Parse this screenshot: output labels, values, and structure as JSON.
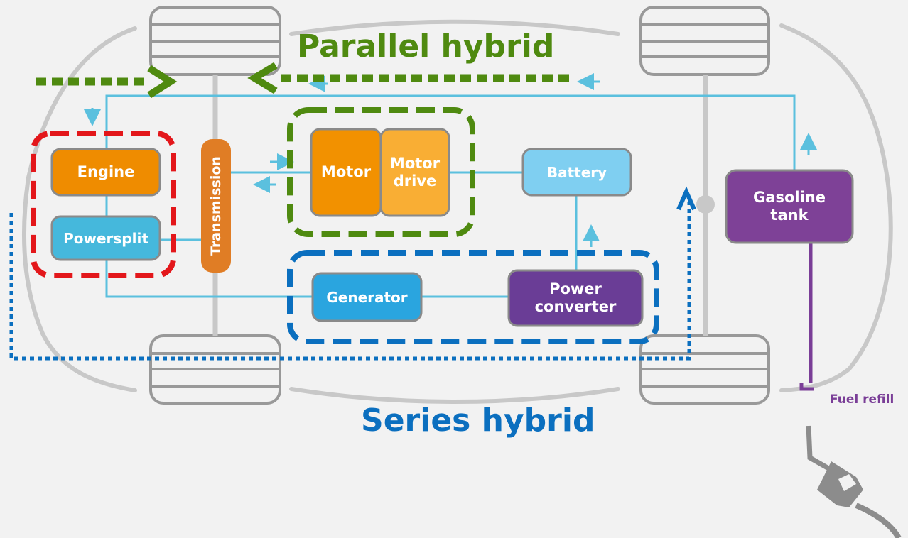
{
  "titles": {
    "parallel": "Parallel hybrid",
    "series": "Series hybrid"
  },
  "components": {
    "engine": "Engine",
    "powersplit": "Powersplit",
    "transmission": "Transmission",
    "motor": "Motor",
    "motor_drive": "Motor drive",
    "battery": "Battery",
    "generator": "Generator",
    "power_converter": "Power converter",
    "gasoline_tank": "Gasoline tank"
  },
  "fuel_refill": "Fuel refill",
  "colors": {
    "background": "#f2f2f2",
    "car_outline": "#c8c8c8",
    "wire": "#5bc0de",
    "engine": "#ef8c00",
    "motor": "#f29100",
    "motor_drive": "#f9ae34",
    "powersplit": "#45b8dc",
    "battery": "#7fcff1",
    "generator": "#2aa5df",
    "power_converter": "#6a3d96",
    "gasoline_tank": "#7e4197",
    "transmission": "#e07d25",
    "parallel_green": "#4f8a10",
    "series_blue": "#0b6fbf",
    "red_group": "#e3171b",
    "fuel_purple": "#7a3e97",
    "nozzle": "#8c8c8c"
  }
}
